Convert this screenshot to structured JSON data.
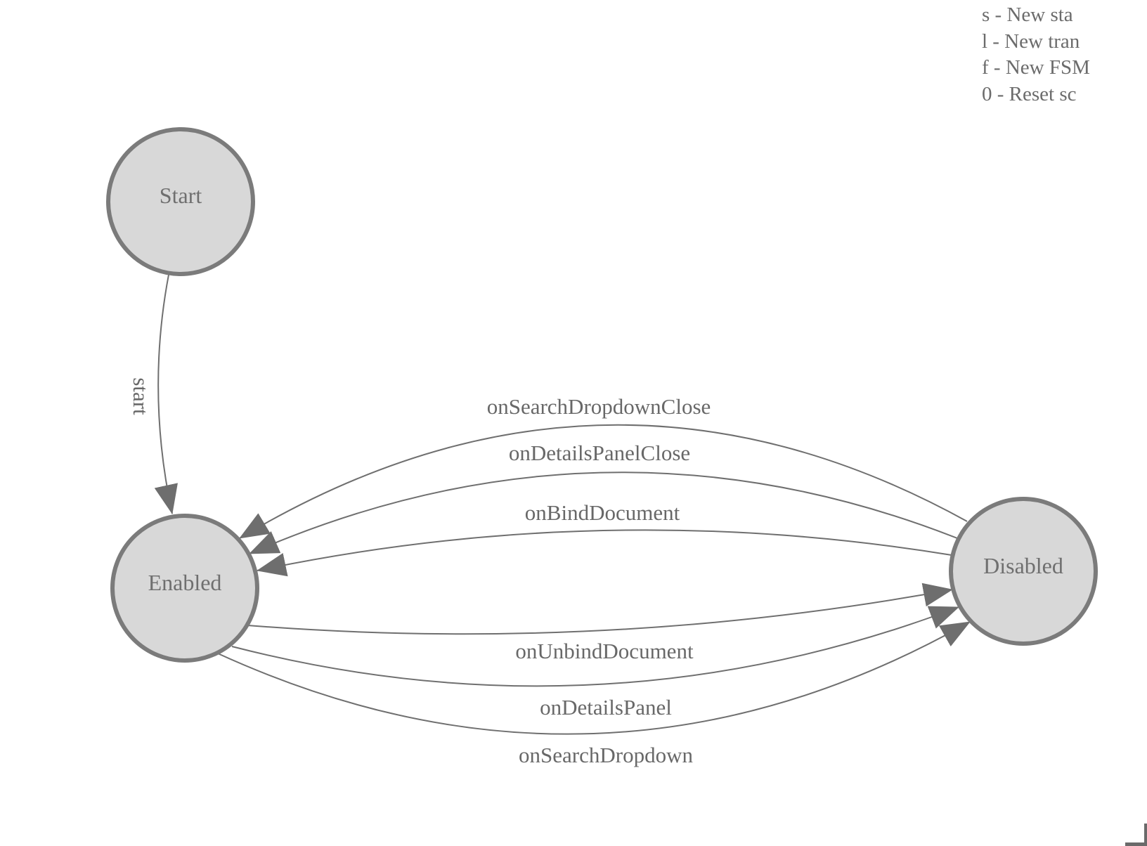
{
  "help_legend": {
    "lines": [
      "s - New sta",
      "l - New tran",
      "f - New FSM",
      "0 - Reset sc"
    ]
  },
  "diagram": {
    "type": "finite-state-machine",
    "states": [
      {
        "id": "start",
        "label": "Start"
      },
      {
        "id": "enabled",
        "label": "Enabled"
      },
      {
        "id": "disabled",
        "label": "Disabled"
      }
    ],
    "transitions": [
      {
        "from": "Start",
        "to": "Enabled",
        "label": "start"
      },
      {
        "from": "Disabled",
        "to": "Enabled",
        "label": "onSearchDropdownClose"
      },
      {
        "from": "Disabled",
        "to": "Enabled",
        "label": "onDetailsPanelClose"
      },
      {
        "from": "Disabled",
        "to": "Enabled",
        "label": "onBindDocument"
      },
      {
        "from": "Enabled",
        "to": "Disabled",
        "label": "onUnbindDocument"
      },
      {
        "from": "Enabled",
        "to": "Disabled",
        "label": "onDetailsPanel"
      },
      {
        "from": "Enabled",
        "to": "Disabled",
        "label": "onSearchDropdown"
      }
    ]
  },
  "colors": {
    "state_fill": "#d8d8d8",
    "state_stroke": "#7b7b7b",
    "state_text": "#6f6f6f",
    "edge_stroke": "#6f6f6f",
    "edge_label_text": "#686868",
    "arrowhead": "#6e6e6e",
    "help_text": "#6b6b6b"
  }
}
